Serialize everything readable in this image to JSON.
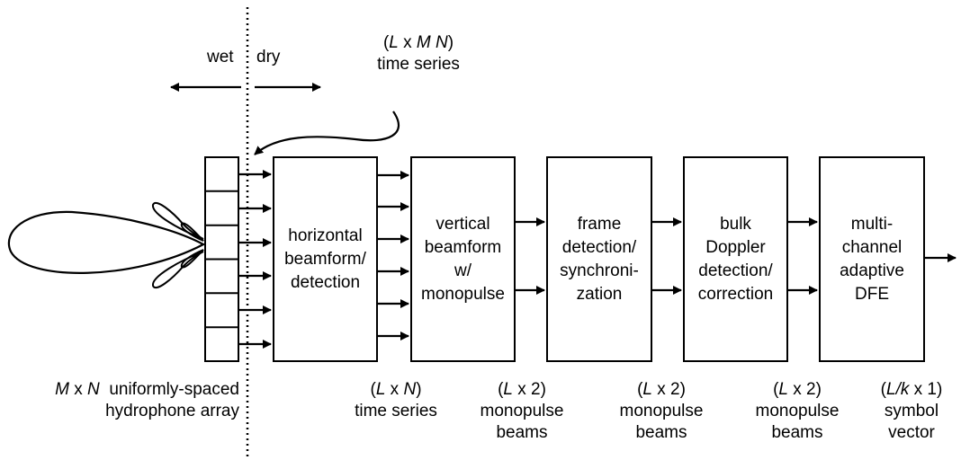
{
  "labels": {
    "wet": "wet",
    "dry": "dry",
    "input_dims": [
      "(",
      "L",
      " x ",
      "M N",
      ")"
    ],
    "input_series": "time series",
    "array_caption": {
      "dims": [
        "M",
        " x ",
        "N"
      ],
      "line1_rest": "  uniformly-spaced",
      "line2": "hydrophone array"
    }
  },
  "blocks": [
    {
      "lines": [
        "horizontal",
        "beamform/",
        "detection"
      ]
    },
    {
      "lines": [
        "vertical",
        "beamform",
        "w/",
        "monopulse"
      ]
    },
    {
      "lines": [
        "frame",
        "detection/",
        "synchroni-",
        "zation"
      ]
    },
    {
      "lines": [
        "bulk",
        "Doppler",
        "detection/",
        "correction"
      ]
    },
    {
      "lines": [
        "multi-",
        "channel",
        "adaptive",
        "DFE"
      ]
    }
  ],
  "stage_labels": [
    {
      "dims": [
        "(",
        "L",
        " x ",
        "N",
        ")"
      ],
      "lines": [
        "time series"
      ]
    },
    {
      "dims": [
        "(",
        "L",
        " x 2)"
      ],
      "lines": [
        "monopulse",
        "beams"
      ]
    },
    {
      "dims": [
        "(",
        "L",
        " x 2)"
      ],
      "lines": [
        "monopulse",
        "beams"
      ]
    },
    {
      "dims": [
        "(",
        "L",
        " x 2)"
      ],
      "lines": [
        "monopulse",
        "beams"
      ]
    },
    {
      "dims": [
        "(",
        "L/k",
        " x 1)"
      ],
      "lines": [
        "symbol",
        "vector"
      ]
    }
  ],
  "array_elements": 6
}
